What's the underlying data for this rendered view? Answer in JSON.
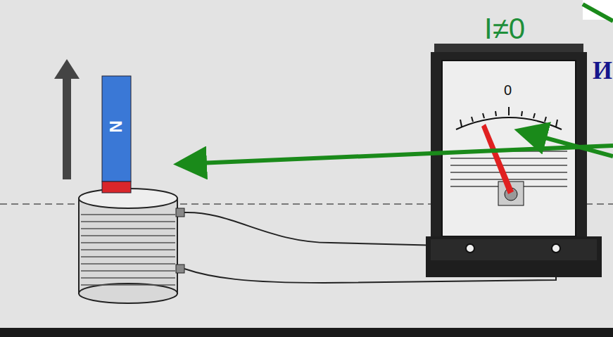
{
  "diagram": {
    "labels": [
      "I≠0",
      "И",
      "0",
      "N"
    ]
  }
}
